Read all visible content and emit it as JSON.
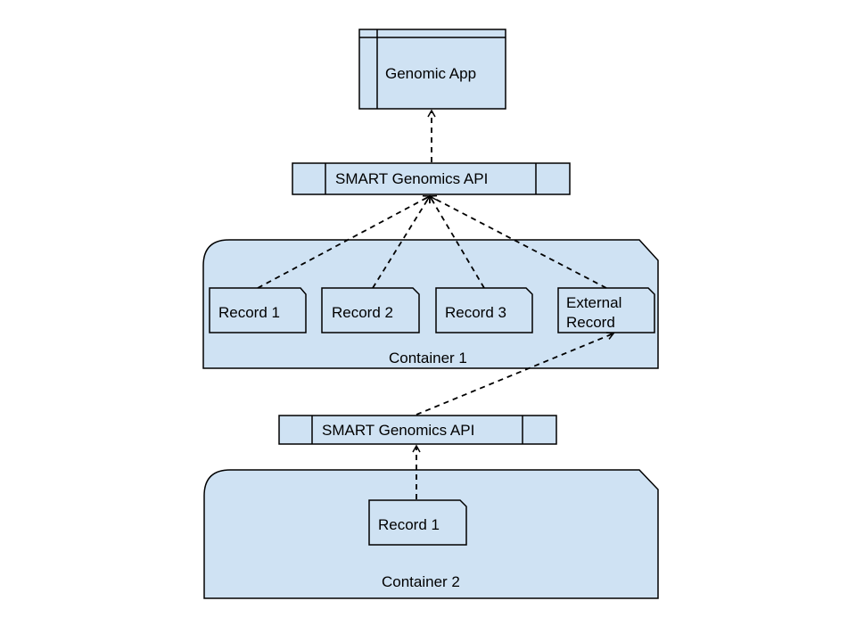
{
  "nodes": {
    "app": {
      "label": "Genomic App"
    },
    "api_top": {
      "label": "SMART Genomics API"
    },
    "container1": {
      "label": "Container 1",
      "records": [
        {
          "label": "Record 1"
        },
        {
          "label": "Record 2"
        },
        {
          "label": "Record 3"
        }
      ],
      "external_record": {
        "line1": "External",
        "line2": "Record"
      }
    },
    "api_bottom": {
      "label": "SMART Genomics API"
    },
    "container2": {
      "label": "Container 2",
      "record": {
        "label": "Record 1"
      }
    }
  },
  "colors": {
    "fill": "#cfe2f3",
    "stroke": "#000000"
  }
}
